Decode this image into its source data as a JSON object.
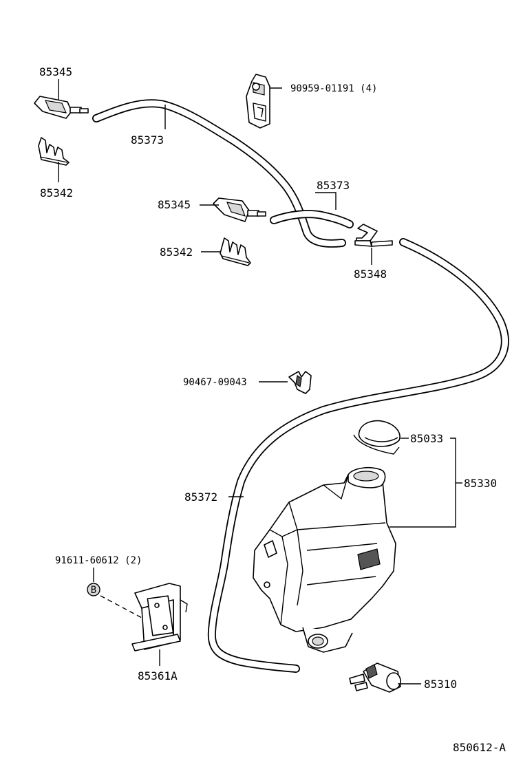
{
  "labels": {
    "nozzle_left": "85345",
    "nozzle_center": "85345",
    "hose_upper": "85373",
    "hose_short": "85373",
    "clip_left": "85342",
    "clip_center": "85342",
    "clamp_top": "90959-01191 (4)",
    "joint": "85348",
    "clip_mid": "90467-09043",
    "cap": "85033",
    "tank_assy": "85330",
    "hose_long": "85372",
    "bolt": "91611-60612 (2)",
    "bolt_mark": "B",
    "bracket": "85361A",
    "pump": "85310",
    "figure_code": "850612-A"
  }
}
